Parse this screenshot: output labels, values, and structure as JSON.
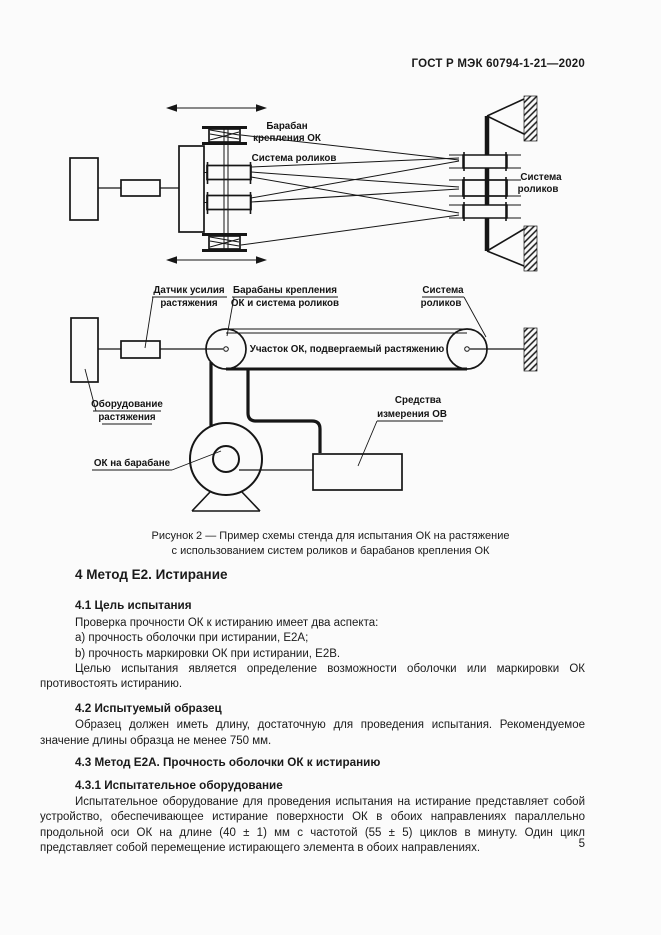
{
  "page": {
    "doc_code": "ГОСТ Р МЭК 60794-1-21—2020",
    "number": "5"
  },
  "figure": {
    "caption_line1": "Рисунок 2 — Пример схемы стенда для испытания ОК на растяжение",
    "caption_line2": "с использованием систем роликов и барабанов крепления ОК",
    "labels": {
      "drum_top_1": "Барабан",
      "drum_top_2": "крепления ОК",
      "rollers_center": "Система роликов",
      "rollers_right_1": "Система",
      "rollers_right_2": "роликов",
      "sensor_1": "Датчик усилия",
      "sensor_2": "растяжения",
      "drums_fix_1": "Барабаны крепления",
      "drums_fix_2": "ОК и система роликов",
      "rollers_mid_1": "Система",
      "rollers_mid_2": "роликов",
      "section": "Участок ОК, подвергаемый растяжению",
      "equipment_1": "Оборудование",
      "equipment_2": "растяжения",
      "drum_cable": "ОК на барабане",
      "measure_1": "Средства",
      "measure_2": "измерения ОВ"
    }
  },
  "content": {
    "h_method": "4 Метод Е2. Истирание",
    "h_purpose": "4.1 Цель испытания",
    "p_purpose_intro": "Проверка прочности ОК к истиранию имеет два аспекта:",
    "p_item_a": "a) прочность оболочки при истирании, Е2А;",
    "p_item_b": "b) прочность маркировки ОК при истирании, Е2В.",
    "p_purpose_goal": "Целью испытания является определение возможности оболочки или маркировки ОК противостоять истиранию.",
    "h_sample": "4.2 Испытуемый образец",
    "p_sample": "Образец должен иметь длину, достаточную для проведения испытания. Рекомендуемое значение длины образца не менее 750 мм.",
    "h_e2a": "4.3 Метод Е2А. Прочность оболочки ОК к истиранию",
    "h_equipment": "4.3.1 Испытательное оборудование",
    "p_equipment": "Испытательное оборудование для проведения испытания на истирание представляет собой устройство, обеспечивающее истирание поверхности ОК в обоих направлениях параллельно продольной оси ОК на длине (40 ± 1) мм с частотой (55 ± 5) циклов в минуту. Один цикл представляет собой перемещение истирающего элемента в обоих направлениях."
  },
  "colors": {
    "ink": "#1a1a1a",
    "paper": "#fbfbfb"
  }
}
